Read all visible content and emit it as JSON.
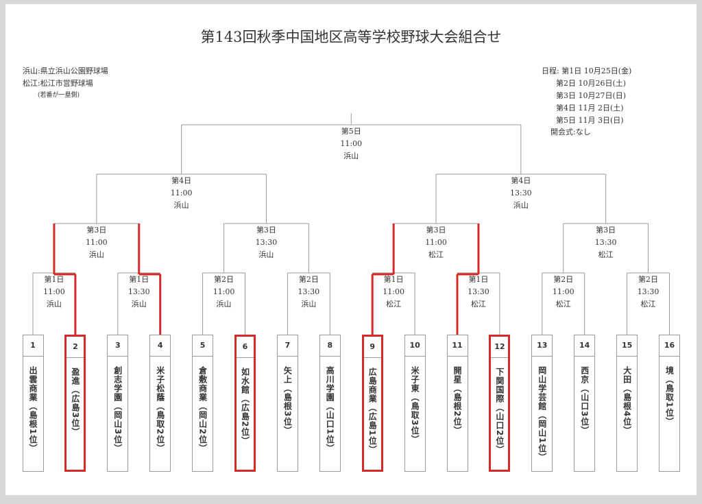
{
  "title": "第143回秋季中国地区高等学校野球大会組合せ",
  "venues": [
    "浜山:県立浜山公園野球場",
    "松江:松江市営野球場",
    "(若番が一塁側)"
  ],
  "schedule": [
    "日程: 第1日 10月25日(金)",
    "      第2日 10月26日(土)",
    "      第3日 10月27日(日)",
    "      第4日 11月 2日(土)",
    "      第5日 11月 3日(日)",
    "開会式:なし"
  ],
  "teams": [
    {
      "num": "1",
      "name": "出雲商業（島根1位）",
      "highlight": false
    },
    {
      "num": "2",
      "name": "盈進（広島3位）",
      "highlight": true
    },
    {
      "num": "3",
      "name": "創志学園（岡山3位）",
      "highlight": false
    },
    {
      "num": "4",
      "name": "米子松蔭（鳥取2位）",
      "highlight": false
    },
    {
      "num": "5",
      "name": "倉敷商業（岡山2位）",
      "highlight": false
    },
    {
      "num": "6",
      "name": "如水館（広島2位）",
      "highlight": true
    },
    {
      "num": "7",
      "name": "矢上（島根3位）",
      "highlight": false
    },
    {
      "num": "8",
      "name": "高川学園（山口1位）",
      "highlight": false
    },
    {
      "num": "9",
      "name": "広島商業（広島1位）",
      "highlight": true
    },
    {
      "num": "10",
      "name": "米子東（鳥取3位）",
      "highlight": false
    },
    {
      "num": "11",
      "name": "開星（島根2位）",
      "highlight": false
    },
    {
      "num": "12",
      "name": "下関国際（山口2位）",
      "highlight": true
    },
    {
      "num": "13",
      "name": "岡山学芸館（岡山1位）",
      "highlight": false
    },
    {
      "num": "14",
      "name": "西京（山口3位）",
      "highlight": false
    },
    {
      "num": "15",
      "name": "大田（島根4位）",
      "highlight": false
    },
    {
      "num": "16",
      "name": "境（鳥取1位）",
      "highlight": false
    }
  ],
  "round1": [
    {
      "day": "第1日",
      "time": "11:00",
      "venue": "浜山"
    },
    {
      "day": "第1日",
      "time": "13:30",
      "venue": "浜山"
    },
    {
      "day": "第2日",
      "time": "11:00",
      "venue": "浜山"
    },
    {
      "day": "第2日",
      "time": "13:30",
      "venue": "浜山"
    },
    {
      "day": "第1日",
      "time": "11:00",
      "venue": "松江"
    },
    {
      "day": "第1日",
      "time": "13:30",
      "venue": "松江"
    },
    {
      "day": "第2日",
      "time": "11:00",
      "venue": "松江"
    },
    {
      "day": "第2日",
      "time": "13:30",
      "venue": "松江"
    }
  ],
  "round2": [
    {
      "day": "第3日",
      "time": "11:00",
      "venue": "浜山"
    },
    {
      "day": "第3日",
      "time": "13:30",
      "venue": "浜山"
    },
    {
      "day": "第3日",
      "time": "11:00",
      "venue": "松江"
    },
    {
      "day": "第3日",
      "time": "13:30",
      "venue": "松江"
    }
  ],
  "semis": [
    {
      "day": "第4日",
      "time": "11:00",
      "venue": "浜山"
    },
    {
      "day": "第4日",
      "time": "13:30",
      "venue": "浜山"
    }
  ],
  "final": [
    {
      "day": "第5日",
      "time": "11:00",
      "venue": "浜山"
    }
  ],
  "colors": {
    "highlight": "#d42a2a",
    "line": "#999999"
  }
}
